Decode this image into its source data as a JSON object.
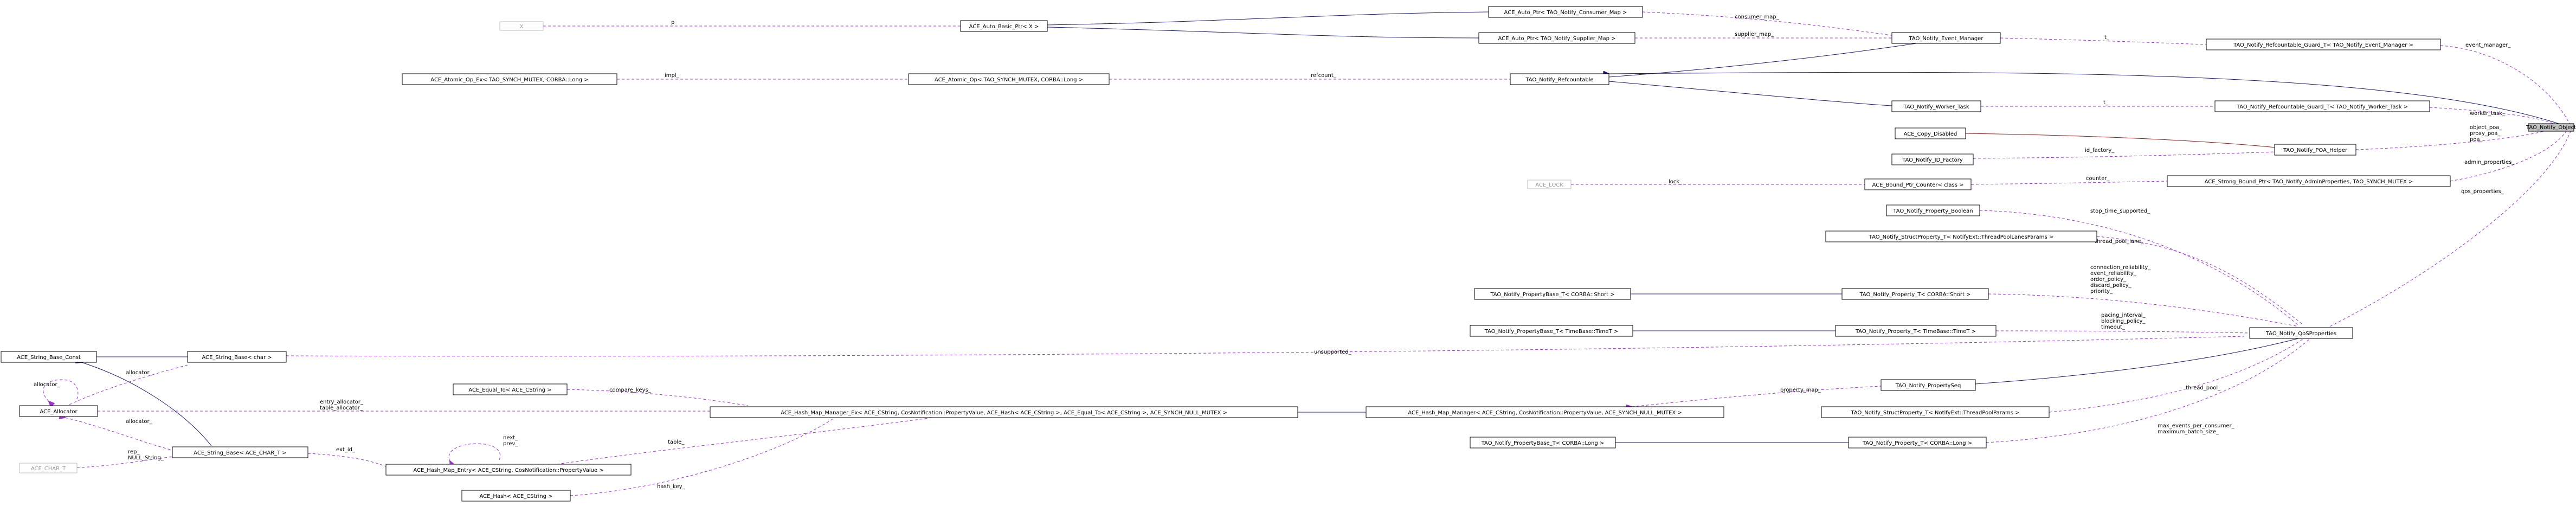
{
  "nodes": {
    "tao_notify_object": "TAO_Notify_Object",
    "x": "X",
    "ace_auto_basic_ptr_x": "ACE_Auto_Basic_Ptr< X >",
    "ace_auto_ptr_consumer_map": "ACE_Auto_Ptr< TAO_Notify_Consumer_Map >",
    "ace_auto_ptr_supplier_map": "ACE_Auto_Ptr< TAO_Notify_Supplier_Map >",
    "tao_notify_event_manager": "TAO_Notify_Event_Manager",
    "refcountable_guard_event_manager": "TAO_Notify_Refcountable_Guard_T< TAO_Notify_Event_Manager >",
    "ace_atomic_op_ex": "ACE_Atomic_Op_Ex< TAO_SYNCH_MUTEX, CORBA::Long >",
    "ace_atomic_op": "ACE_Atomic_Op< TAO_SYNCH_MUTEX, CORBA::Long >",
    "tao_notify_refcountable": "TAO_Notify_Refcountable",
    "tao_notify_worker_task": "TAO_Notify_Worker_Task",
    "refcountable_guard_worker_task": "TAO_Notify_Refcountable_Guard_T< TAO_Notify_Worker_Task >",
    "ace_copy_disabled": "ACE_Copy_Disabled",
    "tao_notify_poa_helper": "TAO_Notify_POA_Helper",
    "tao_notify_id_factory": "TAO_Notify_ID_Factory",
    "ace_strong_bound_ptr": "ACE_Strong_Bound_Ptr< TAO_Notify_AdminProperties, TAO_SYNCH_MUTEX >",
    "ace_lock": "ACE_LOCK",
    "ace_bound_ptr_counter": "ACE_Bound_Ptr_Counter< class >",
    "tao_notify_property_boolean": "TAO_Notify_Property_Boolean",
    "struct_property_thread_pool_lanes": "TAO_Notify_StructProperty_T< NotifyExt::ThreadPoolLanesParams >",
    "property_base_short": "TAO_Notify_PropertyBase_T< CORBA::Short >",
    "property_short": "TAO_Notify_Property_T< CORBA::Short >",
    "property_base_timet": "TAO_Notify_PropertyBase_T< TimeBase::TimeT >",
    "property_timet": "TAO_Notify_Property_T< TimeBase::TimeT >",
    "tao_notify_qos_properties": "TAO_Notify_QoSProperties",
    "ace_string_base_const": "ACE_String_Base_Const",
    "ace_string_base_char": "ACE_String_Base< char >",
    "ace_allocator": "ACE_Allocator",
    "ace_equal_to": "ACE_Equal_To< ACE_CString >",
    "ace_hash_map_manager_ex": "ACE_Hash_Map_Manager_Ex< ACE_CString, CosNotification::PropertyValue, ACE_Hash< ACE_CString >, ACE_Equal_To< ACE_CString >, ACE_SYNCH_NULL_MUTEX >",
    "ace_hash_map_manager": "ACE_Hash_Map_Manager< ACE_CString, CosNotification::PropertyValue, ACE_SYNCH_NULL_MUTEX >",
    "tao_notify_property_seq": "TAO_Notify_PropertySeq",
    "ace_char_t": "ACE_CHAR_T",
    "ace_string_base_char_t": "ACE_String_Base< ACE_CHAR_T >",
    "ace_hash_map_entry": "ACE_Hash_Map_Entry< ACE_CString, CosNotification::PropertyValue >",
    "struct_property_thread_pool": "TAO_Notify_StructProperty_T< NotifyExt::ThreadPoolParams >",
    "property_base_long": "TAO_Notify_PropertyBase_T< CORBA::Long >",
    "property_long": "TAO_Notify_Property_T< CORBA::Long >",
    "ace_hash": "ACE_Hash< ACE_CString >"
  },
  "edge_labels": {
    "p": "p",
    "consumer_map": "consumer_map_",
    "supplier_map": "supplier_map_",
    "t_event_manager": "t_",
    "event_manager": "event_manager_",
    "impl": "impl_",
    "refcount": "refcount_",
    "t_worker_task": "t_",
    "worker_task": "worker_task_",
    "id_factory": "id_factory_",
    "object_poa": "object_poa_\nproxy_poa_\npoa_",
    "admin_properties": "admin_properties_",
    "counter": "counter_",
    "lock": "lock_",
    "qos_properties": "qos_properties_",
    "stop_time_supported": "stop_time_supported_",
    "thread_pool_lane": "thread_pool_lane_",
    "short_props": "connection_reliability_\nevent_reliability_\norder_policy_\ndiscard_policy_\npriority_",
    "timet_props": "pacing_interval_\nblocking_policy_\ntimeout_",
    "unsupported": "unsupported_",
    "allocator_1": "allocator_",
    "allocator_2": "allocator_",
    "allocator_3": "allocator_",
    "entry_allocator": "entry_allocator_\ntable_allocator_",
    "compare_keys": "compare_keys_",
    "property_map": "property_map_",
    "thread_pool": "thread_pool_",
    "rep_null_string": "rep_\nNULL_String_",
    "ext_id": "ext_id_",
    "next_prev": "next_\nprev_",
    "table": "table_",
    "hash_key": "hash_key_",
    "max_events": "max_events_per_consumer_\nmaximum_batch_size_"
  }
}
